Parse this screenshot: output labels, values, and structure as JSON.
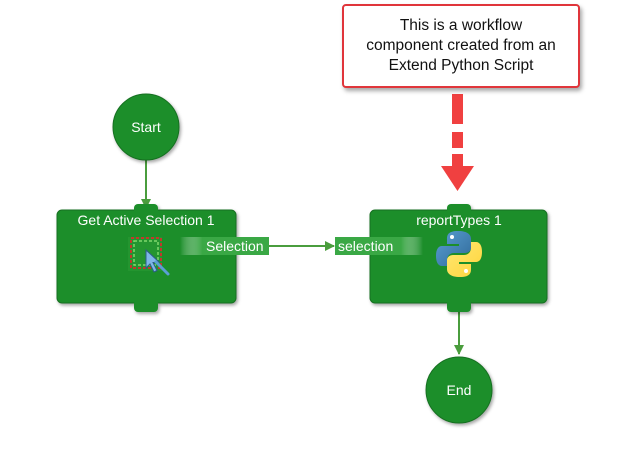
{
  "colors": {
    "node_fill": "#1e8e2a",
    "node_border": "#157020",
    "connector": "#4a9d3d",
    "callout_border": "#e0353b",
    "arrow": "#f04040",
    "port_label_bg": "#2a9a35",
    "text_light": "#ffffff"
  },
  "nodes": {
    "start": {
      "label": "Start"
    },
    "end": {
      "label": "End"
    },
    "get_active_selection": {
      "title": "Get Active Selection 1",
      "output_port": "Selection",
      "icon": "selection-cursor-icon"
    },
    "report_types": {
      "title": "reportTypes 1",
      "input_port": "selection",
      "icon": "python-logo-icon"
    }
  },
  "callout": {
    "text": "This is a workflow\ncomponent created from an\nExtend Python Script"
  }
}
